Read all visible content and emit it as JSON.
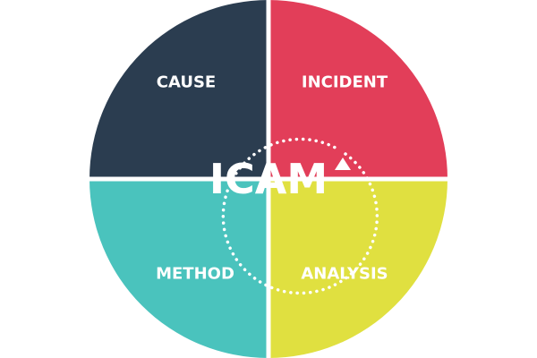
{
  "diagram": {
    "center_label": "ICAM",
    "quadrants": {
      "top_left": {
        "label": "CAUSE",
        "color": "#2b3d50"
      },
      "top_right": {
        "label": "INCIDENT",
        "color": "#e23e59"
      },
      "bottom_left": {
        "label": "METHOD",
        "color": "#4ac3bd"
      },
      "bottom_right": {
        "label": "ANALYSIS",
        "color": "#e0e040"
      }
    },
    "ring_style": "dotted",
    "ring_color": "#ffffff",
    "arrow_icon": "triangle-up-icon",
    "divider_color": "#ffffff"
  }
}
